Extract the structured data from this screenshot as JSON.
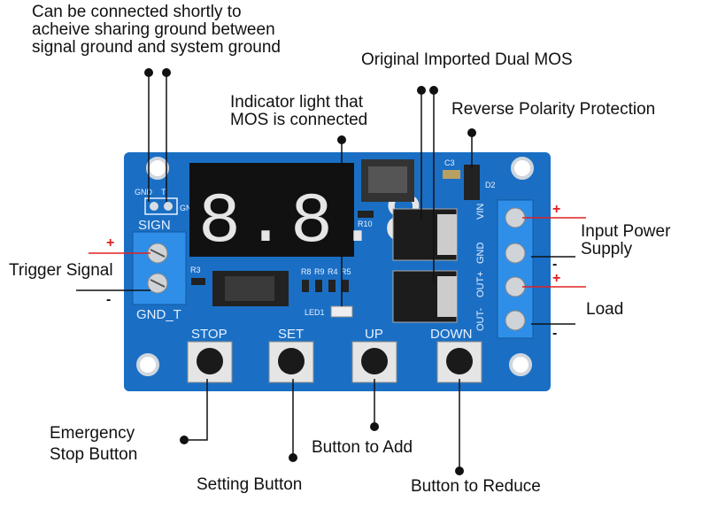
{
  "annotations": {
    "ground_note": "Can be connected shortly to\nacheive sharing ground between\nsignal ground and system ground",
    "dual_mos": "Original Imported Dual MOS",
    "indicator": "Indicator light that\nMOS is connected",
    "reverse": "Reverse Polarity Protection",
    "trigger": "Trigger Signal",
    "input_power": "Input Power\nSupply",
    "load": "Load",
    "emergency": "Emergency\nStop Button",
    "setting": "Setting Button",
    "add": "Button to Add",
    "reduce": "Button to Reduce"
  },
  "signs": {
    "plus": "+",
    "minus": "-"
  },
  "board": {
    "sign_label": "SIGN",
    "gnd_t_label": "GND_T",
    "gnd_small": "GND",
    "t_small": "T",
    "display": "8.8.8",
    "vin_label": "VIN",
    "gnd_label": "GND",
    "out_plus": "OUT+",
    "out_minus": "OUT-",
    "buttons": [
      "STOP",
      "SET",
      "UP",
      "DOWN"
    ],
    "refs": {
      "r3": "R3",
      "r8": "R8",
      "r9": "R9",
      "r4": "R4",
      "r5": "R5",
      "r10": "R10",
      "c3": "C3",
      "d2": "D2",
      "led1": "LED1"
    }
  },
  "colors": {
    "pcb": "#1a6fc4",
    "terminal": "#2f8ee8",
    "display": "#111111",
    "segment": "#e8e8e8",
    "accent_line": "#e02020"
  }
}
